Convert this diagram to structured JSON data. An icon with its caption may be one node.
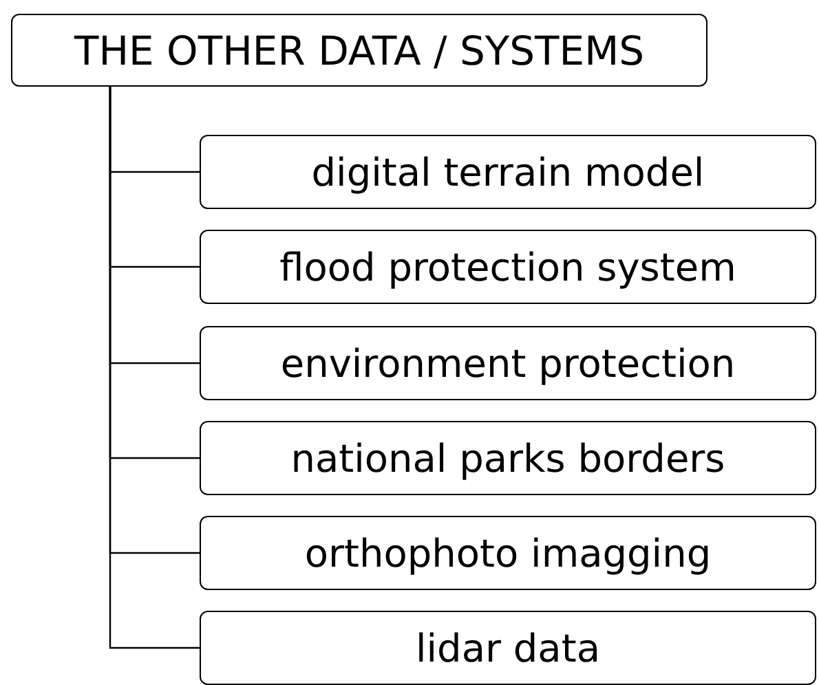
{
  "diagram": {
    "nodes": [
      {
        "text": [
          "THE OTHER DATA / SYSTEMS"
        ]
      },
      {
        "text": [
          "digital terrain model"
        ]
      },
      {
        "text": [
          "flood protection system"
        ]
      },
      {
        "text": [
          "environment protection"
        ]
      },
      {
        "text": [
          "national parks borders"
        ]
      },
      {
        "text": [
          "orthophoto imagging"
        ]
      },
      {
        "text": [
          "lidar data"
        ]
      }
    ],
    "edges": [
      {
        "from": 0,
        "to": 1,
        "arrow": "none"
      },
      {
        "from": 0,
        "to": 2,
        "arrow": "none"
      },
      {
        "from": 0,
        "to": 3,
        "arrow": "none"
      },
      {
        "from": 0,
        "to": 4,
        "arrow": "none"
      },
      {
        "from": 0,
        "to": 5,
        "arrow": "none"
      },
      {
        "from": 0,
        "to": 6,
        "arrow": "none"
      }
    ]
  }
}
